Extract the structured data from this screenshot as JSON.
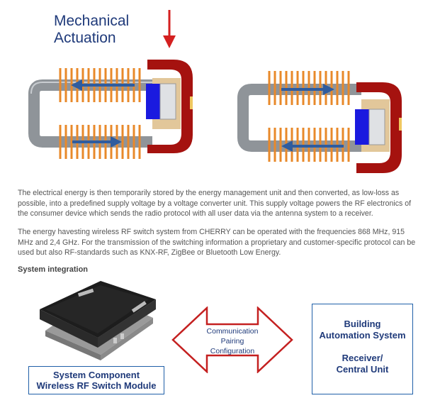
{
  "diagram": {
    "heading_line1": "Mechanical",
    "heading_line2": "Actuation"
  },
  "text": {
    "para1": "The electrical energy is then temporarily stored by the energy management unit and then converted, as low-loss as possible, into a predefined supply voltage by a voltage converter unit. This supply voltage powers the RF electronics of the consumer device which sends the radio protocol with all user data via the antenna system to a receiver.",
    "para2": "The energy havesting wireless RF switch system from CHERRY can be operated with the frequencies 868 MHz, 915 MHz and 2,4 GHz. For the transmission of the switching information a proprietary and customer-specific protocol can be used but also RF-standards such as KNX-RF, ZigBee or Bluetooth Low Energy.",
    "section_heading": "System integration"
  },
  "system": {
    "module_line1": "System Component",
    "module_line2": "Wireless RF Switch Module",
    "arrow_line1": "Communication",
    "arrow_line2": "Pairing",
    "arrow_line3": "Configuration",
    "receiver_line1": "Building",
    "receiver_line2": "Automation System",
    "receiver_line3": "Receiver/",
    "receiver_line4": "Central Unit"
  },
  "colors": {
    "coil": "#e8892a",
    "core": "#8f9499",
    "magnet": "#1a1adf",
    "yoke": "#a5120f",
    "arrow_blue": "#2f5c9e",
    "accent_red": "#d42020",
    "box_border": "#1f5fa8",
    "text_blue": "#1f3a7a"
  }
}
